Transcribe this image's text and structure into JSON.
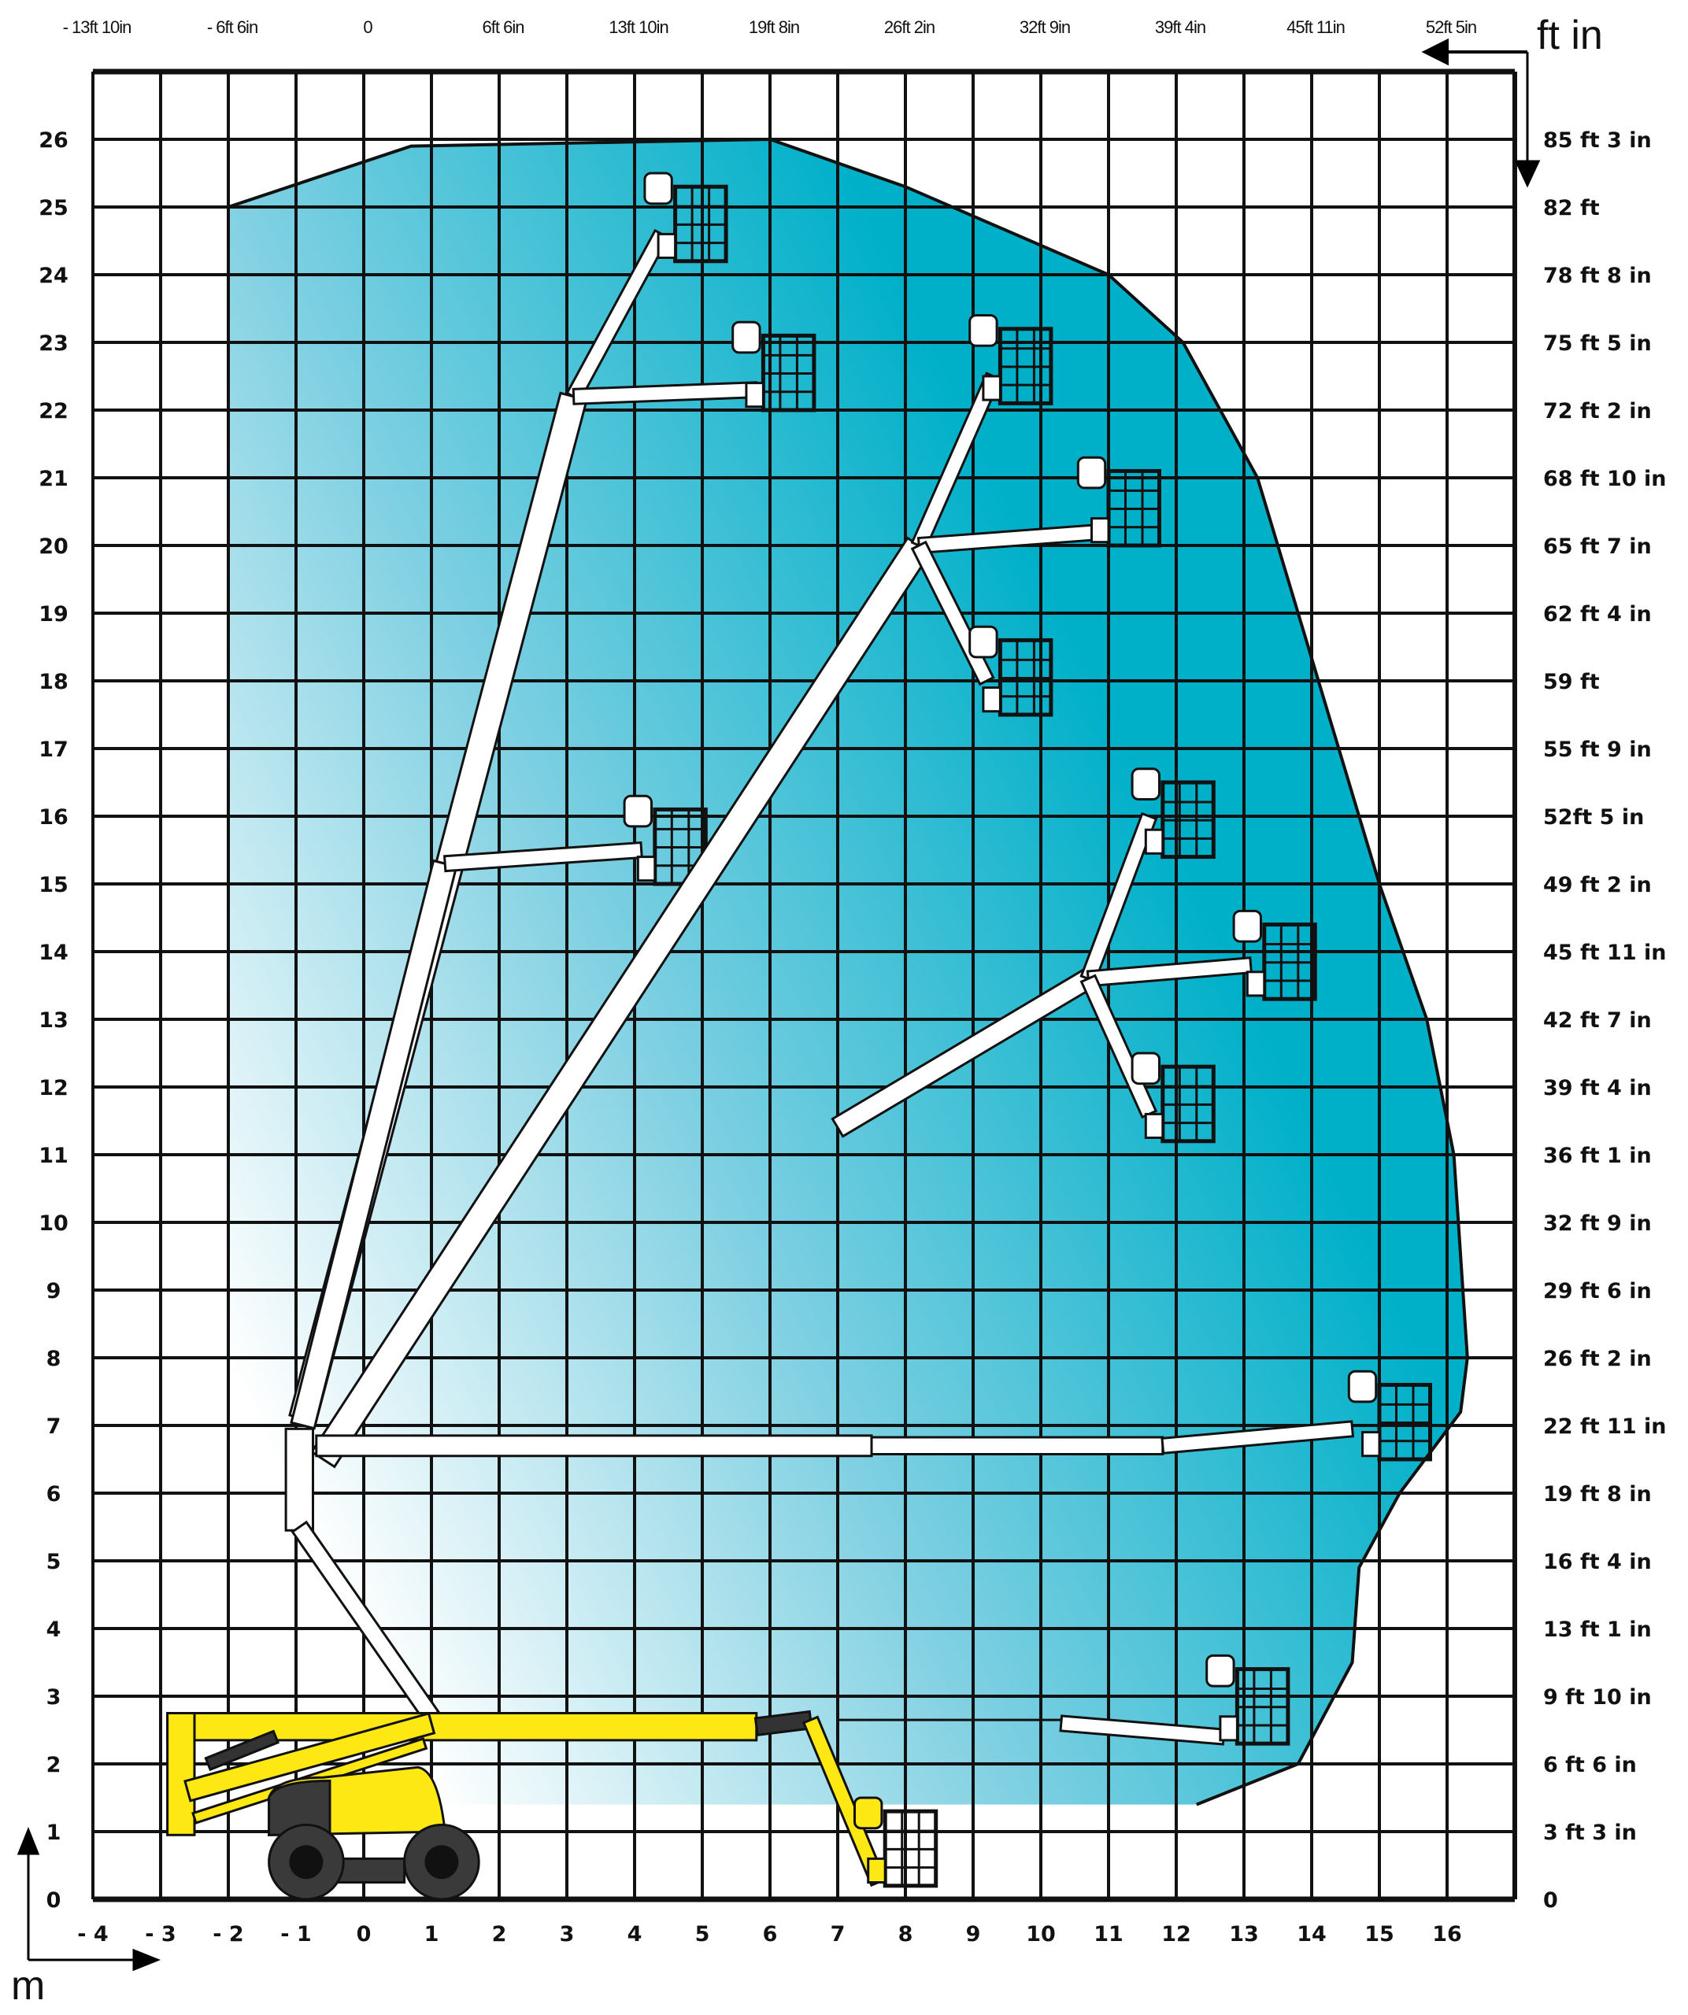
{
  "title": "Working range diagram",
  "units": {
    "metric": "m",
    "imperial": "ft in"
  },
  "x_axis_m": [
    "- 4",
    "- 3",
    "- 2",
    "- 1",
    "0",
    "1",
    "2",
    "3",
    "4",
    "5",
    "6",
    "7",
    "8",
    "9",
    "10",
    "11",
    "12",
    "13",
    "14",
    "15",
    "16"
  ],
  "y_axis_m": [
    "0",
    "1",
    "2",
    "3",
    "4",
    "5",
    "6",
    "7",
    "8",
    "9",
    "10",
    "11",
    "12",
    "13",
    "14",
    "15",
    "16",
    "17",
    "18",
    "19",
    "20",
    "21",
    "22",
    "23",
    "24",
    "25",
    "26"
  ],
  "x_axis_ft": [
    "- 13ft 10in",
    "- 6ft 6in",
    "0",
    "6ft 6in",
    "13ft 10in",
    "19ft 8in",
    "26ft 2in",
    "32ft 9in",
    "39ft 4in",
    "45ft 11in",
    "52ft 5in"
  ],
  "y_axis_ft": [
    "0",
    "3 ft 3 in",
    "6 ft 6 in",
    "9 ft 10 in",
    "13 ft 1 in",
    "16 ft 4 in",
    "19 ft 8 in",
    "22 ft 11 in",
    "26 ft 2 in",
    "29 ft 6 in",
    "32 ft 9 in",
    "36 ft 1 in",
    "39 ft 4 in",
    "42 ft 7 in",
    "45 ft 11 in",
    "49 ft 2 in",
    "52ft 5 in",
    "55 ft 9 in",
    "59 ft",
    "62 ft 4 in",
    "65 ft 7 in",
    "68 ft 10 in",
    "72 ft 2 in",
    "75 ft 5 in",
    "78 ft 8 in",
    "82 ft",
    "85 ft 3 in"
  ],
  "colors": {
    "envelope": "#00b0c9",
    "machine": "#fde813",
    "tyre": "#3a3a3a",
    "grid": "#111111"
  },
  "chart_data": {
    "type": "area",
    "title": "Working envelope",
    "xlabel": "m",
    "ylabel": "m",
    "xlim": [
      -4,
      17
    ],
    "ylim": [
      0,
      27
    ],
    "max_platform_height_m": 26,
    "max_outreach_m": 16.3,
    "envelope": [
      [
        -2,
        25
      ],
      [
        0.7,
        25.9
      ],
      [
        6,
        26
      ],
      [
        8,
        25.3
      ],
      [
        11,
        24
      ],
      [
        12.1,
        23
      ],
      [
        13.2,
        21
      ],
      [
        14.1,
        18
      ],
      [
        15,
        15
      ],
      [
        15.7,
        13
      ],
      [
        16.1,
        11
      ],
      [
        16.3,
        8
      ],
      [
        16.2,
        7.2
      ],
      [
        15.3,
        6
      ],
      [
        14.7,
        4.9
      ],
      [
        14.6,
        3.5
      ],
      [
        13.8,
        2
      ],
      [
        12.3,
        1.4
      ],
      [
        5.5,
        1.4
      ],
      [
        -2,
        1.4
      ]
    ]
  }
}
